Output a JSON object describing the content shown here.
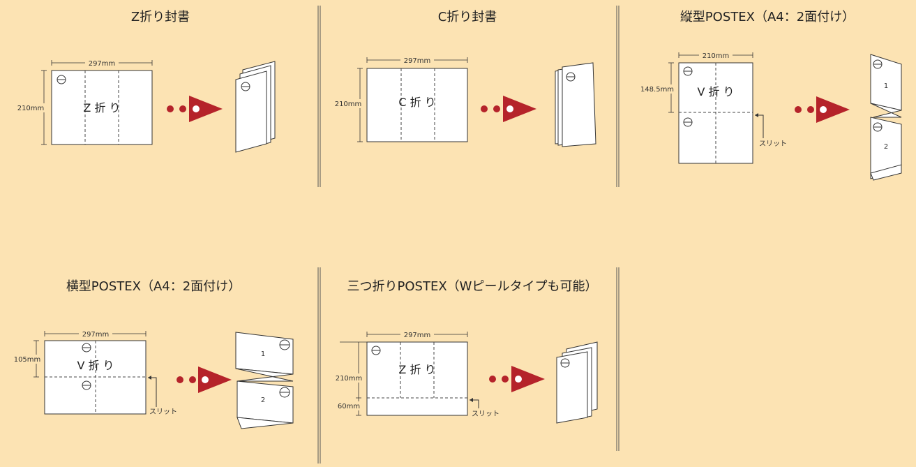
{
  "panels": [
    {
      "title": "Z折り封書",
      "width": "297mm",
      "height": "210mm",
      "fold": "Z 折 り"
    },
    {
      "title": "C折り封書",
      "width": "297mm",
      "height": "210mm",
      "fold": "C 折 り"
    },
    {
      "title": "縦型POSTEX（A4：2面付け）",
      "width": "210mm",
      "height": "148.5mm",
      "fold": "V 折 り",
      "slit": "スリット",
      "page1": "1",
      "page2": "2"
    },
    {
      "title": "横型POSTEX（A4：2面付け）",
      "width": "297mm",
      "height": "105mm",
      "fold": "V 折 り",
      "slit": "スリット",
      "page1": "1",
      "page2": "2"
    },
    {
      "title": "三つ折りPOSTEX（Wピールタイプも可能）",
      "width": "297mm",
      "height": "210mm",
      "height2": "60mm",
      "fold": "Z 折 り",
      "slit": "スリット"
    }
  ],
  "colors": {
    "background": "#fce3b3",
    "arrow": "#b5232a",
    "divider": "#555555"
  }
}
